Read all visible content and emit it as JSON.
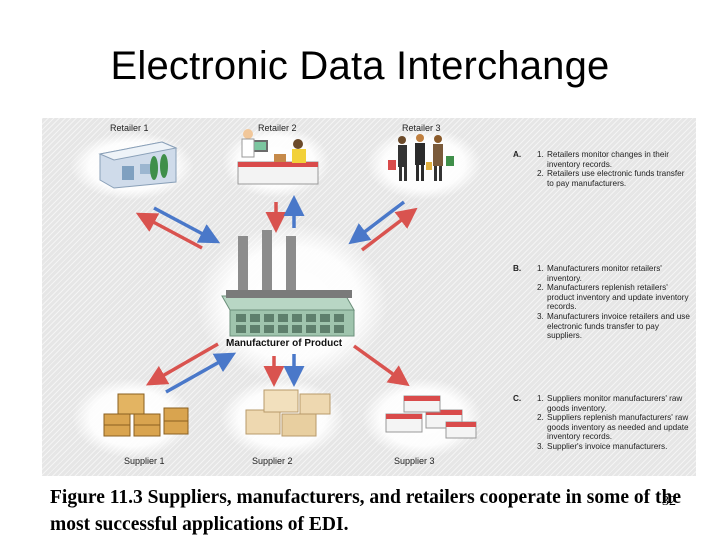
{
  "title": "Electronic Data Interchange",
  "diagram": {
    "retailers": [
      "Retailer 1",
      "Retailer 2",
      "Retailer 3"
    ],
    "manufacturer": "Manufacturer of Product",
    "suppliers": [
      "Supplier 1",
      "Supplier 2",
      "Supplier 3"
    ],
    "steps": [
      {
        "letter": "A.",
        "items": [
          {
            "num": "1.",
            "text": "Retailers monitor changes in their inventory records."
          },
          {
            "num": "2.",
            "text": "Retailers use electronic funds transfer to pay manufacturers."
          }
        ]
      },
      {
        "letter": "B.",
        "items": [
          {
            "num": "1.",
            "text": "Manufacturers monitor retailers' inventory."
          },
          {
            "num": "2.",
            "text": "Manufacturers replenish retailers' product inventory and update inventory records."
          },
          {
            "num": "3.",
            "text": "Manufacturers invoice retailers and use electronic funds transfer to pay suppliers."
          }
        ]
      },
      {
        "letter": "C.",
        "items": [
          {
            "num": "1.",
            "text": "Suppliers monitor manufacturers' raw goods inventory."
          },
          {
            "num": "2.",
            "text": "Suppliers replenish manufacturers' raw goods inventory as needed and update inventory records."
          },
          {
            "num": "3.",
            "text": "Supplier's invoice manufacturers."
          }
        ]
      }
    ],
    "colors": {
      "red_arrow": "#d9534f",
      "blue_arrow": "#4a78c9",
      "background": "#e6e6e6"
    }
  },
  "caption": "Figure 11.3 Suppliers, manufacturers, and retailers cooperate in some of the most successful applications of EDI.",
  "page_number": "32"
}
